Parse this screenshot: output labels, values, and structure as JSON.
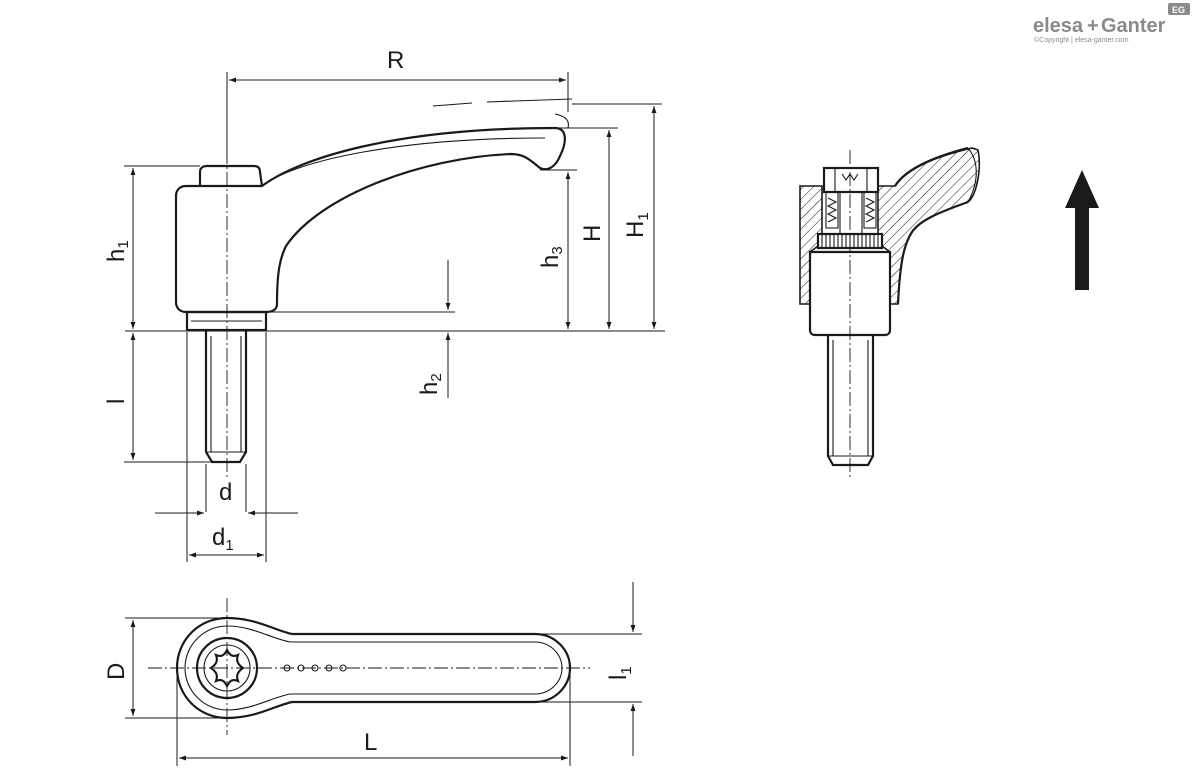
{
  "logo": {
    "brand_a": "elesa",
    "brand_plus": "+",
    "brand_b": "Ganter",
    "badge": "EG",
    "copyright": "©Copyright | elesa-ganter.com",
    "color": "#8a8a8a"
  },
  "labels": {
    "R": "R",
    "H": "H",
    "H1_main": "H",
    "H1_sub": "1",
    "h1_main": "h",
    "h1_sub": "1",
    "h2_main": "h",
    "h2_sub": "2",
    "h3_main": "h",
    "h3_sub": "3",
    "l": "l",
    "d": "d",
    "d1_main": "d",
    "d1_sub": "1",
    "D": "D",
    "L": "L",
    "l1_main": "l",
    "l1_sub": "1"
  },
  "colors": {
    "line": "#1a1a1a",
    "background": "#ffffff"
  },
  "icons": {
    "direction_arrow": "arrow-up-icon",
    "torx_socket": "torx-socket-icon"
  }
}
